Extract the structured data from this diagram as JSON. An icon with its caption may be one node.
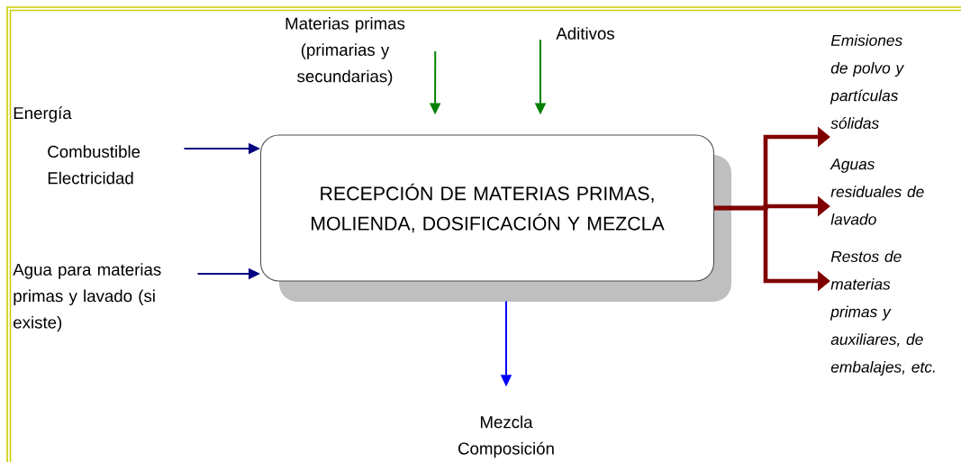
{
  "diagram": {
    "nodes": [
      {
        "text": [
          "RECEPCIÓN DE MATERIAS PRIMAS, MOLIENDA, DOSIFICACIÓN Y MEZCLA"
        ]
      },
      {
        "text": [
          "Materias primas (primarias y secundarias)"
        ]
      },
      {
        "text": [
          "Aditivos"
        ]
      },
      {
        "text": [
          "Energía",
          "Combustible Electricidad"
        ]
      },
      {
        "text": [
          "Agua para materias primas y lavado (si existe)"
        ]
      },
      {
        "text": [
          "Mezcla Composición"
        ]
      },
      {
        "text": [
          "Emisiones de polvo y partículas sólidas"
        ]
      },
      {
        "text": [
          "Aguas residuales de lavado"
        ]
      },
      {
        "text": [
          "Restos de materias primas y auxiliares, de embalajes, etc."
        ]
      }
    ],
    "edges": [
      {
        "from": 1,
        "to": 0,
        "arrow": "to",
        "color": "#008000"
      },
      {
        "from": 2,
        "to": 0,
        "arrow": "to",
        "color": "#008000"
      },
      {
        "from": 3,
        "to": 0,
        "arrow": "to",
        "color": "#000080"
      },
      {
        "from": 4,
        "to": 0,
        "arrow": "to",
        "color": "#000080"
      },
      {
        "from": 0,
        "to": 5,
        "arrow": "to",
        "color": "#0000ff"
      },
      {
        "from": 0,
        "to": 6,
        "arrow": "to",
        "style": "thick",
        "color": "#800000"
      },
      {
        "from": 0,
        "to": 7,
        "arrow": "to",
        "style": "thick",
        "color": "#800000"
      },
      {
        "from": 0,
        "to": 8,
        "arrow": "to",
        "style": "thick",
        "color": "#800000"
      }
    ]
  }
}
